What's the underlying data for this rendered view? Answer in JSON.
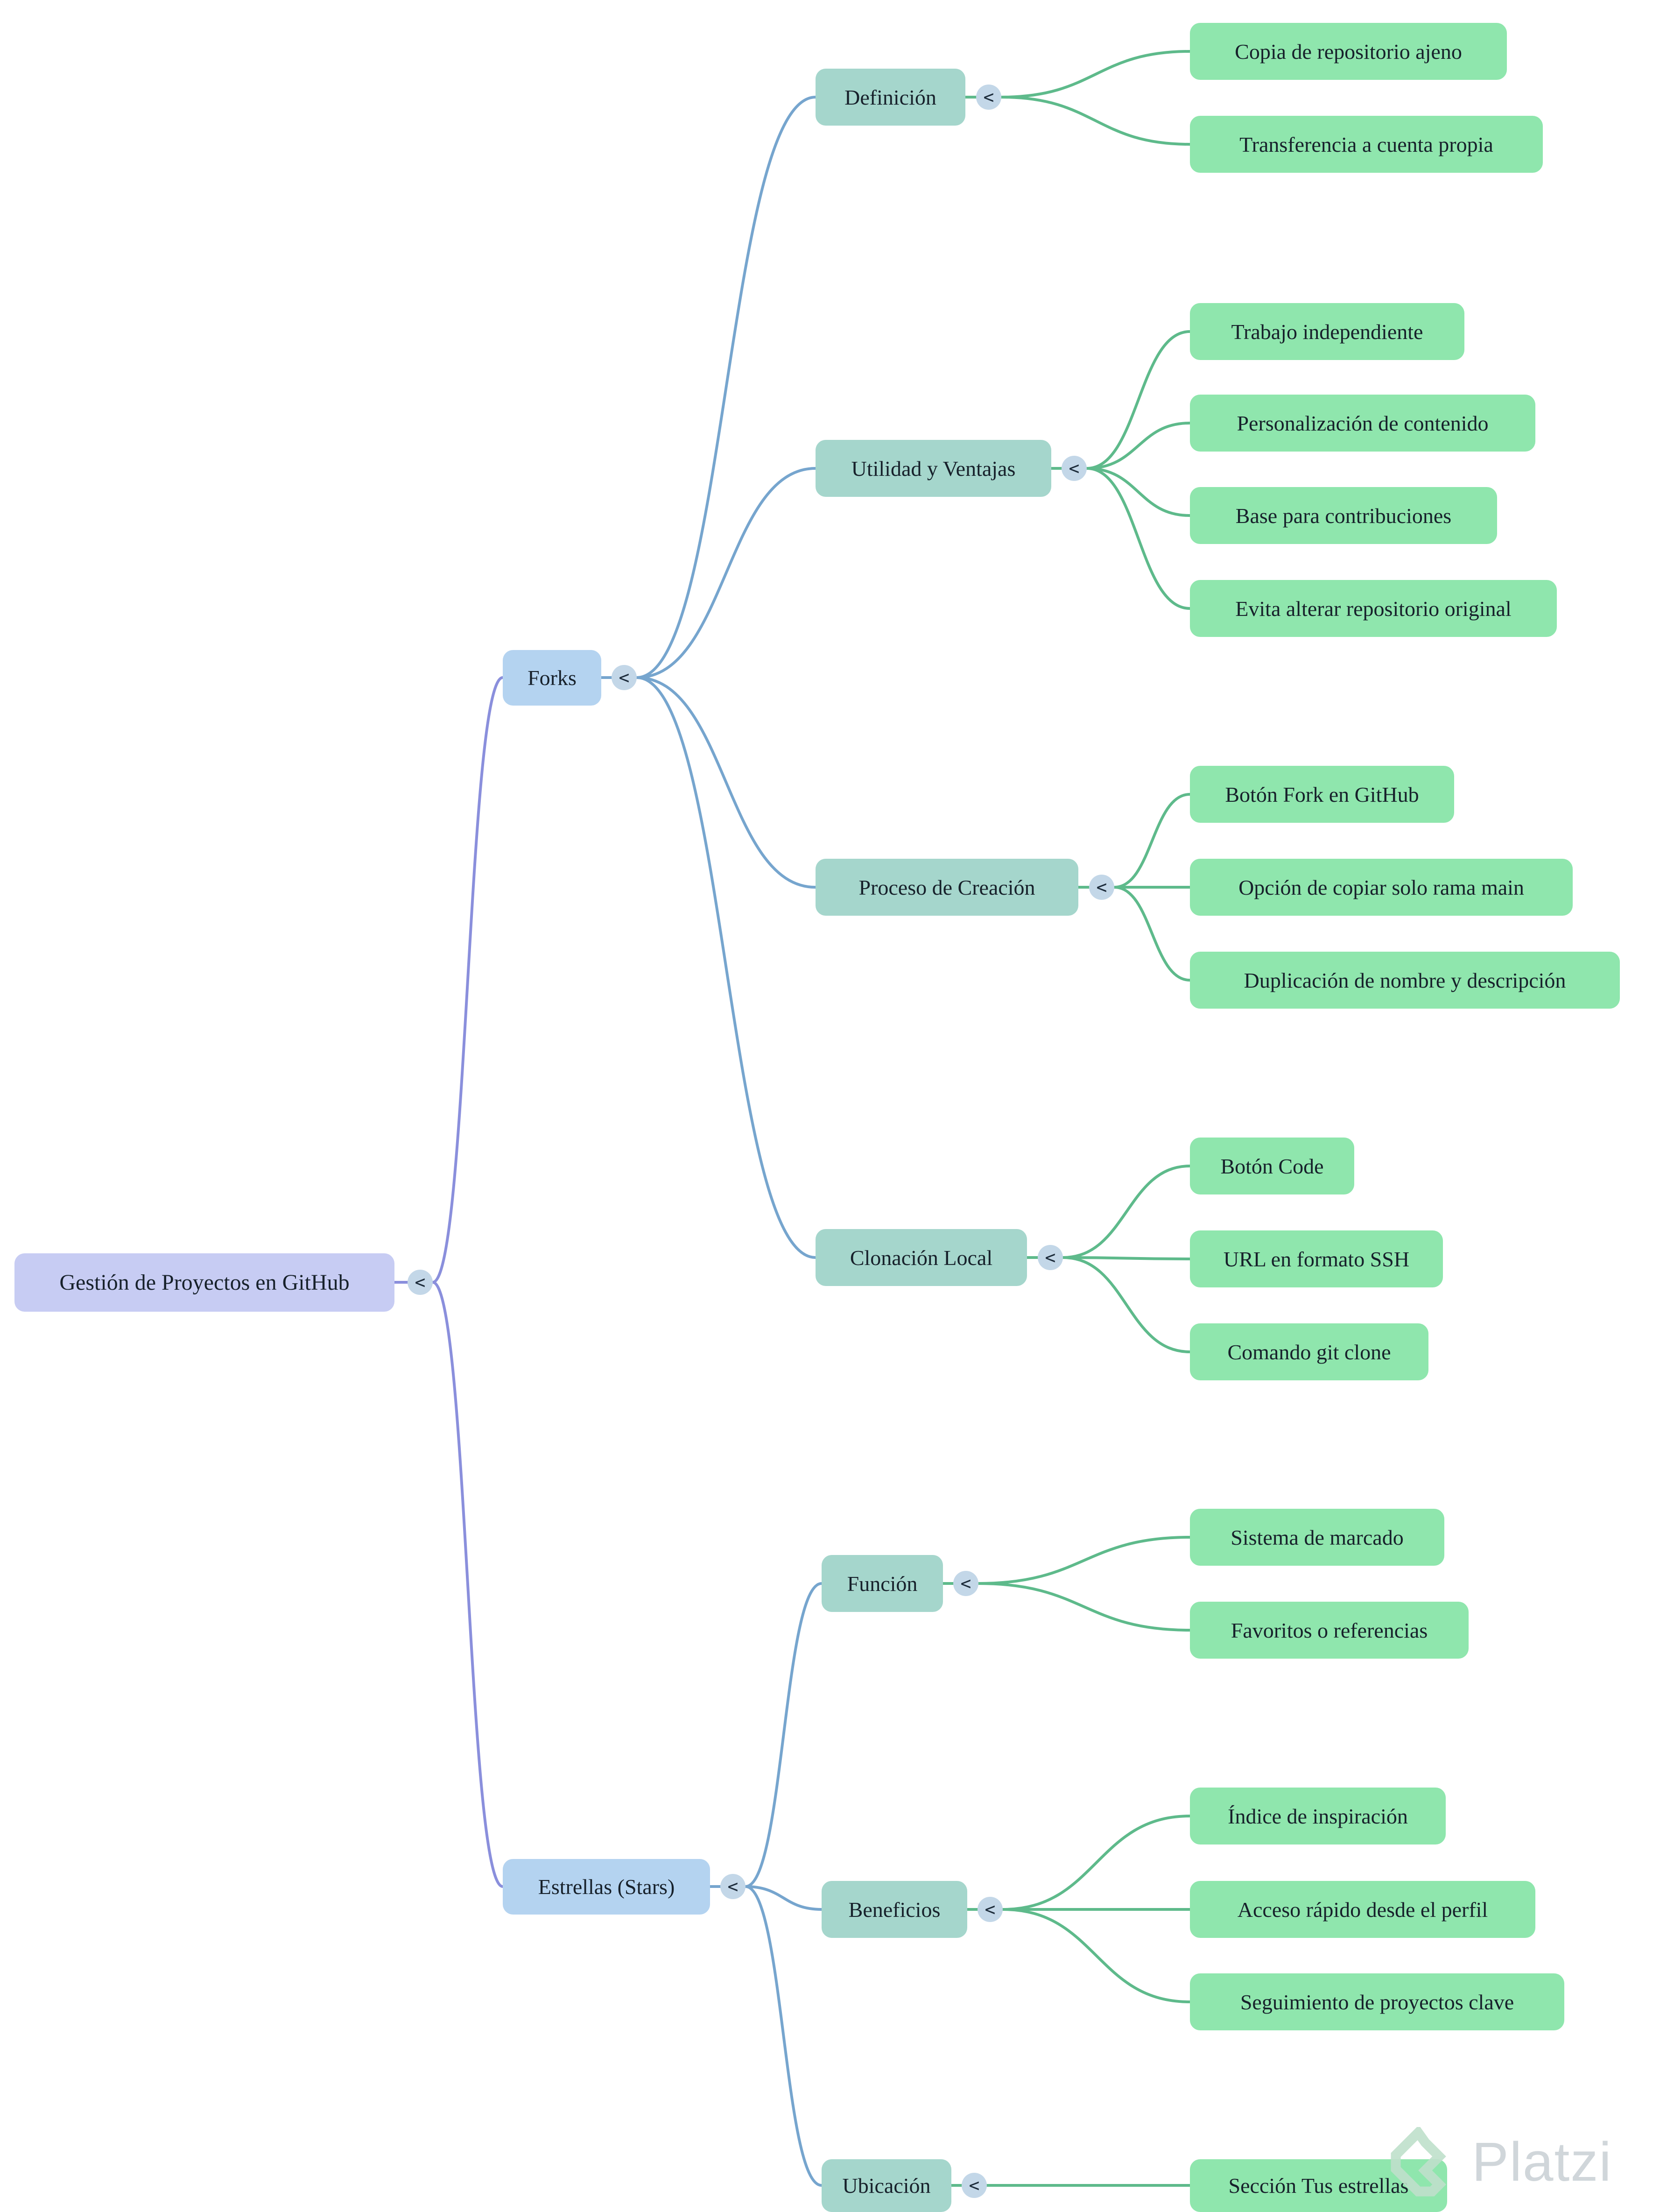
{
  "ui": {
    "toggle_glyph": "<"
  },
  "watermark": {
    "brand": "Platzi"
  },
  "colors": {
    "root_bg": "#c7ccf3",
    "branch_bg": "#b4d3f0",
    "topic_bg": "#a5d6cc",
    "leaf_bg": "#8fe6ad",
    "toggle_bg": "#c3d7e8",
    "edge_root": "#8a8fdc",
    "edge_branch": "#76a5ce",
    "edge_leaf": "#5eba8b",
    "watermark_text": "#ccd2d7",
    "watermark_logo": "#bfe0cb"
  },
  "nodes": {
    "root": {
      "label": "Gestión de Proyectos en GitHub"
    },
    "forks": {
      "label": "Forks"
    },
    "estrellas": {
      "label": "Estrellas (Stars)"
    },
    "definicion": {
      "label": "Definición"
    },
    "utilidad": {
      "label": "Utilidad y Ventajas"
    },
    "proceso": {
      "label": "Proceso de Creación"
    },
    "clonacion": {
      "label": "Clonación Local"
    },
    "funcion": {
      "label": "Función"
    },
    "beneficios": {
      "label": "Beneficios"
    },
    "ubicacion": {
      "label": "Ubicación"
    },
    "copia": {
      "label": "Copia de repositorio ajeno"
    },
    "transferencia": {
      "label": "Transferencia a cuenta propia"
    },
    "trabajo": {
      "label": "Trabajo independiente"
    },
    "personalizacion": {
      "label": "Personalización de contenido"
    },
    "base": {
      "label": "Base para contribuciones"
    },
    "evita": {
      "label": "Evita alterar repositorio original"
    },
    "botonFork": {
      "label": "Botón Fork en GitHub"
    },
    "opcionRama": {
      "label": "Opción de copiar solo rama main"
    },
    "duplicacion": {
      "label": "Duplicación de nombre y descripción"
    },
    "botonCode": {
      "label": "Botón Code"
    },
    "urlSsh": {
      "label": "URL en formato SSH"
    },
    "comandoClone": {
      "label": "Comando git clone"
    },
    "sistemaMarcado": {
      "label": "Sistema de marcado"
    },
    "favoritos": {
      "label": "Favoritos o referencias"
    },
    "indice": {
      "label": "Índice de inspiración"
    },
    "acceso": {
      "label": "Acceso rápido desde el perfil"
    },
    "seguimiento": {
      "label": "Seguimiento de proyectos clave"
    },
    "seccionEstrellas": {
      "label": "Sección Tus estrellas"
    }
  }
}
